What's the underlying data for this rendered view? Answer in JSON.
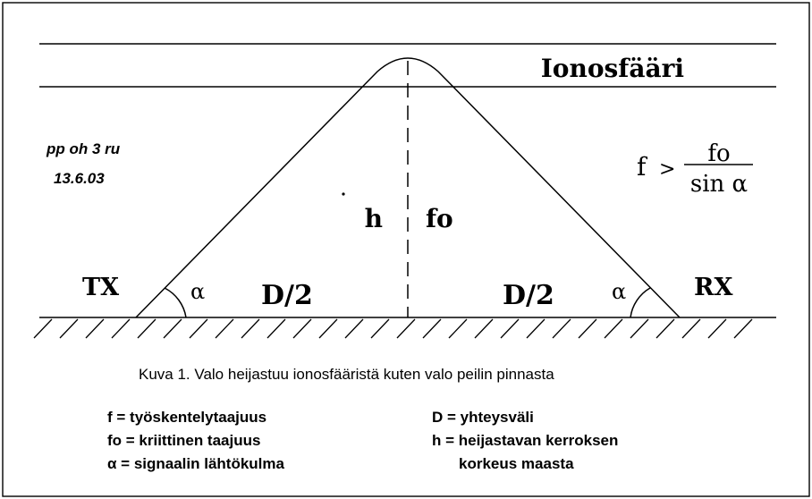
{
  "diagram": {
    "layer_label": "Ionosfääri",
    "handwritten_note": [
      "pp oh 3 ru",
      "13.6.03"
    ],
    "height_label": "h",
    "freq_label": "fo",
    "tx_label": "TX",
    "rx_label": "RX",
    "half_distance_left": "D/2",
    "half_distance_right": "D/2",
    "angle_left": "α",
    "angle_right": "α",
    "formula": {
      "lhs": "f",
      "op": ">",
      "numerator": "fo",
      "denominator": "sin α"
    }
  },
  "caption": "Kuva 1.  Valo  heijastuu ionosfääristä  kuten  valo  peilin  pinnasta",
  "legend": {
    "left": [
      "f  =  työskentelytaajuus",
      "fo  =  kriittinen  taajuus",
      "α  =  signaalin  lähtökulma"
    ],
    "right": [
      "D  =  yhteysväli",
      "h  =  heijastavan  kerroksen",
      "korkeus  maasta"
    ]
  },
  "colors": {
    "ink": "#000000",
    "paper": "#ffffff"
  }
}
